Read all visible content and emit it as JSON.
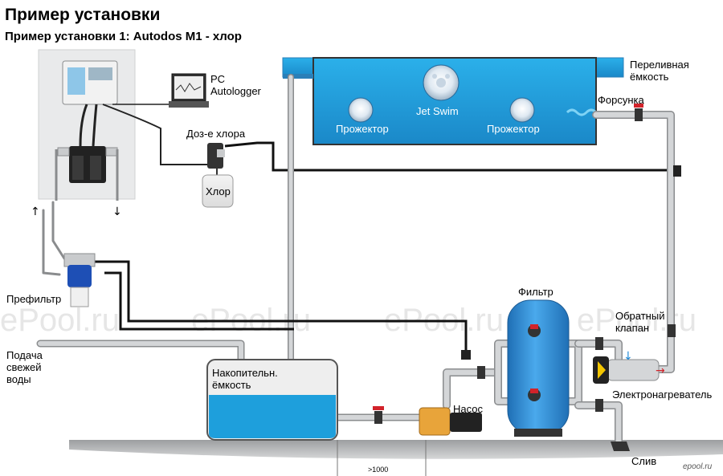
{
  "header": {
    "title": "Пример установки",
    "subtitle": "Пример установки 1: Autodos M1 - хлор"
  },
  "watermark": "ePool.ru",
  "logo_text": "epool.ru",
  "labels": {
    "pc": "PC",
    "autologger": "Autologger",
    "chlorine_dosing": "Доз-е хлора",
    "chlorine_tank": "Хлор",
    "prefilter": "Префильтр",
    "fresh_water_1": "Подача",
    "fresh_water_2": "свежей",
    "fresh_water_3": "воды",
    "storage_tank_1": "Накопительн.",
    "storage_tank_2": "ёмкость",
    "overflow_1": "Переливная",
    "overflow_2": "ёмкость",
    "nozzle": "Форсунка",
    "spotlight_left": "Прожектор",
    "spotlight_right": "Прожектор",
    "jet_swim": "Jet Swim",
    "filter": "Фильтр",
    "check_valve_1": "Обратный",
    "check_valve_2": "клапан",
    "pump": "Насос",
    "heater": "Электронагреватель",
    "drain": "Слив",
    "distance": ">1000"
  },
  "colors": {
    "pool_water": "#1e9fdc",
    "pool_frame": "#2a7fb8",
    "pipe": "#c9cbcd",
    "pipe_edge": "#8a8c8e",
    "cable": "#111111",
    "ground": "#b0b2b4",
    "valve_red": "#d2232a",
    "filter_blue": "#2f8ed6"
  }
}
